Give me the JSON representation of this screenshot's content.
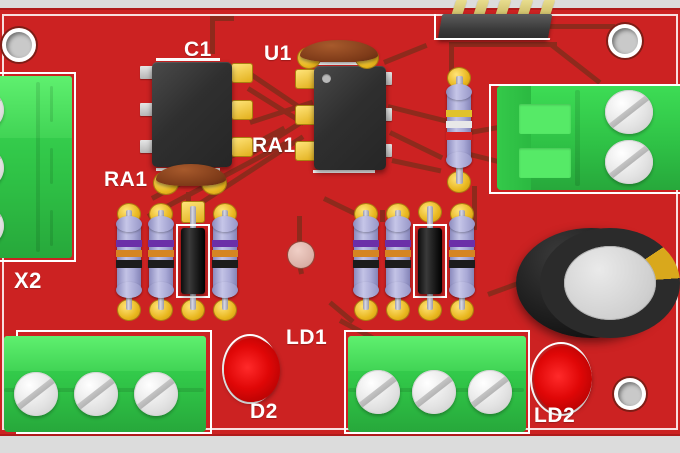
{
  "scene": {
    "title": "PCB 3D render",
    "background_color": "#dcdcdc",
    "board_color": "#cc2222",
    "silkscreen_color": "#ffffff",
    "trace_color": "#8e2a1c",
    "pad_color": "#e8b61c"
  },
  "silkscreen": [
    {
      "id": "c1",
      "label": "C1"
    },
    {
      "id": "u1",
      "label": "U1"
    },
    {
      "id": "ra1a",
      "label": "RA1"
    },
    {
      "id": "ra1b",
      "label": "RA1"
    },
    {
      "id": "x2",
      "label": "X2"
    },
    {
      "id": "ld1",
      "label": "LD1"
    },
    {
      "id": "d2",
      "label": "D2"
    },
    {
      "id": "ld2",
      "label": "LD2"
    }
  ],
  "components": {
    "ic_left": {
      "name": "C1",
      "type": "SOIC-8 integrated circuit",
      "color": "#2f2f2f",
      "pins": 8
    },
    "ic_right": {
      "name": "U1",
      "type": "SOIC-8 integrated circuit",
      "color": "#2f2f2f",
      "pins": 8
    },
    "header": {
      "name": "pin-header",
      "type": "5-pin male header",
      "pins": 5,
      "pin_color": "#c8b765"
    },
    "terminal_left": {
      "name": "X2",
      "type": "screw terminal block",
      "positions": 3,
      "color": "#2fc246"
    },
    "terminal_right": {
      "name": "terminal-block-right",
      "type": "screw terminal block",
      "positions": 2,
      "color": "#2fc246"
    },
    "terminal_bottom_left": {
      "name": "terminal-block-bottom-left",
      "type": "screw terminal block",
      "positions": 3
    },
    "terminal_bottom_right": {
      "name": "terminal-block-bottom-right",
      "type": "screw terminal block",
      "positions": 3
    },
    "electrolytic_cap": {
      "name": "electrolytic-capacitor",
      "type": "radial electrolytic capacitor",
      "color": "#161616",
      "stripe_color": "#d9a81c"
    },
    "led_d2": {
      "name": "LD1",
      "type": "5mm red LED",
      "color": "#e00707"
    },
    "led_ld2": {
      "name": "LD2",
      "type": "5mm red LED",
      "color": "#e00707"
    },
    "resistor_vertical": {
      "name": "resistor-vertical",
      "bands": [
        "yellow",
        "white",
        "red"
      ],
      "body_color": "#a9a9d6"
    },
    "resistor_array_left": {
      "name": "resistor-group-left",
      "count": 3,
      "bands": [
        "violet",
        "orange",
        "black"
      ]
    },
    "resistor_array_right": {
      "name": "resistor-group-right",
      "count": 3,
      "bands": [
        "violet",
        "orange",
        "black"
      ]
    },
    "diode_left": {
      "name": "diode-left",
      "type": "axial diode",
      "color": "#0d0d0d"
    },
    "diode_right": {
      "name": "diode-right",
      "type": "axial diode",
      "color": "#0d0d0d"
    },
    "brown_cap_top": {
      "name": "ceramic-capacitor-top",
      "color": "#7d3a18"
    },
    "brown_cap_bottom": {
      "name": "ceramic-capacitor-bottom",
      "color": "#7d3a18"
    },
    "mounting_holes": {
      "name": "mounting-hole",
      "count": 3
    },
    "test_via": {
      "name": "test-via-pad",
      "color": "#d9b0a6"
    }
  }
}
